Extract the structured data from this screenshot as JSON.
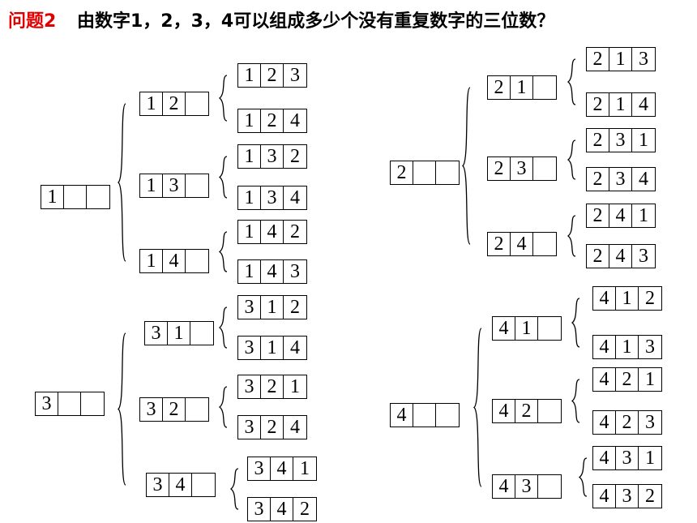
{
  "title": {
    "label": "问题2",
    "question": "由数字1，2，3，4可以组成多少个没有重复数字的三位数？"
  },
  "trees": [
    {
      "root": [
        "1",
        "",
        ""
      ],
      "branches": [
        {
          "node": [
            "1",
            "2",
            ""
          ],
          "leaves": [
            [
              "1",
              "2",
              "3"
            ],
            [
              "1",
              "2",
              "4"
            ]
          ]
        },
        {
          "node": [
            "1",
            "3",
            ""
          ],
          "leaves": [
            [
              "1",
              "3",
              "2"
            ],
            [
              "1",
              "3",
              "4"
            ]
          ]
        },
        {
          "node": [
            "1",
            "4",
            ""
          ],
          "leaves": [
            [
              "1",
              "4",
              "2"
            ],
            [
              "1",
              "4",
              "3"
            ]
          ]
        }
      ]
    },
    {
      "root": [
        "2",
        "",
        ""
      ],
      "branches": [
        {
          "node": [
            "2",
            "1",
            ""
          ],
          "leaves": [
            [
              "2",
              "1",
              "3"
            ],
            [
              "2",
              "1",
              "4"
            ]
          ]
        },
        {
          "node": [
            "2",
            "3",
            ""
          ],
          "leaves": [
            [
              "2",
              "3",
              "1"
            ],
            [
              "2",
              "3",
              "4"
            ]
          ]
        },
        {
          "node": [
            "2",
            "4",
            ""
          ],
          "leaves": [
            [
              "2",
              "4",
              "1"
            ],
            [
              "2",
              "4",
              "3"
            ]
          ]
        }
      ]
    },
    {
      "root": [
        "3",
        "",
        ""
      ],
      "branches": [
        {
          "node": [
            "3",
            "1",
            ""
          ],
          "leaves": [
            [
              "3",
              "1",
              "2"
            ],
            [
              "3",
              "1",
              "4"
            ]
          ]
        },
        {
          "node": [
            "3",
            "2",
            ""
          ],
          "leaves": [
            [
              "3",
              "2",
              "1"
            ],
            [
              "3",
              "2",
              "4"
            ]
          ]
        },
        {
          "node": [
            "3",
            "4",
            ""
          ],
          "leaves": [
            [
              "3",
              "4",
              "1"
            ],
            [
              "3",
              "4",
              "2"
            ]
          ]
        }
      ]
    },
    {
      "root": [
        "4",
        "",
        ""
      ],
      "branches": [
        {
          "node": [
            "4",
            "1",
            ""
          ],
          "leaves": [
            [
              "4",
              "1",
              "2"
            ],
            [
              "4",
              "1",
              "3"
            ]
          ]
        },
        {
          "node": [
            "4",
            "2",
            ""
          ],
          "leaves": [
            [
              "4",
              "2",
              "1"
            ],
            [
              "4",
              "2",
              "3"
            ]
          ]
        },
        {
          "node": [
            "4",
            "3",
            ""
          ],
          "leaves": [
            [
              "4",
              "3",
              "1"
            ],
            [
              "4",
              "3",
              "2"
            ]
          ]
        }
      ]
    }
  ]
}
